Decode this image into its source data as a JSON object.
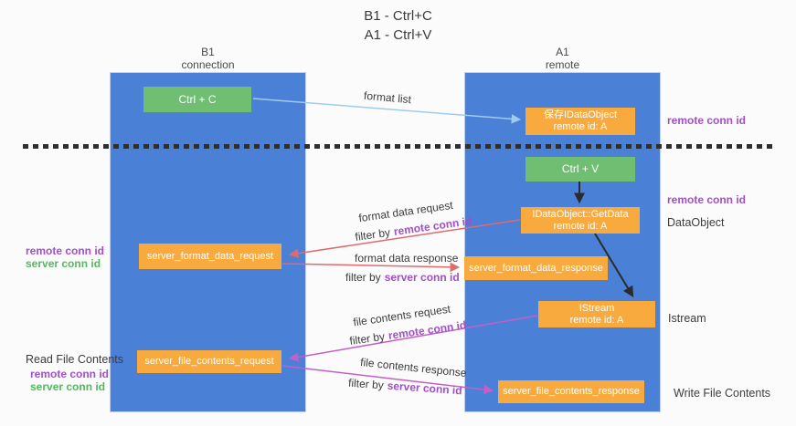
{
  "title": {
    "line1": "B1 - Ctrl+C",
    "line2": "A1 - Ctrl+V"
  },
  "lanes": {
    "left": {
      "title": "B1",
      "subtitle": "connection"
    },
    "right": {
      "title": "A1",
      "subtitle": "remote"
    }
  },
  "nodes": {
    "ctrl_c": {
      "label": "Ctrl + C"
    },
    "ctrl_v": {
      "label": "Ctrl + V"
    },
    "save_idataobject": {
      "line1": "保存IDataObject",
      "line2": "remote id: A"
    },
    "getdata": {
      "line1": "IDataObject::GetData",
      "line2": "remote id: A"
    },
    "istream": {
      "line1": "IStream",
      "line2": "remote id: A"
    },
    "fmt_req": {
      "label": "server_format_data_request"
    },
    "fmt_resp": {
      "label": "server_format_data_response"
    },
    "file_req": {
      "label": "server_file_contents_request"
    },
    "file_resp": {
      "label": "server_file_contents_response"
    }
  },
  "edge_labels": {
    "format_list": "format list",
    "format_data_request": "format data request",
    "format_data_response": "format data response",
    "file_contents_request": "file contents request",
    "file_contents_response": "file contents response",
    "filter_by": "filter by",
    "remote_conn_id": "remote conn id",
    "server_conn_id": "server conn id"
  },
  "annotations": {
    "remote_conn_id_top": "remote conn id",
    "remote_conn_id_mid": "remote conn id",
    "dataobject": "DataObject",
    "istream": "Istream",
    "write_file_contents": "Write File Contents",
    "read_file_contents": "Read File Contents",
    "left_fmt_remote": "remote conn id",
    "left_fmt_server": "server conn id",
    "left_file_remote": "remote conn id",
    "left_file_server": "server conn id"
  },
  "colors": {
    "lane_blue": "#4a80d6",
    "node_orange": "#f9aa3f",
    "node_green": "#6fbe72",
    "purple_text": "#a24fc8",
    "green_text": "#53b85e",
    "arrow_lightblue": "#9fccee",
    "arrow_red": "#e06b6b",
    "arrow_magenta": "#c45fc7",
    "arrow_black": "#2b2b2b"
  }
}
